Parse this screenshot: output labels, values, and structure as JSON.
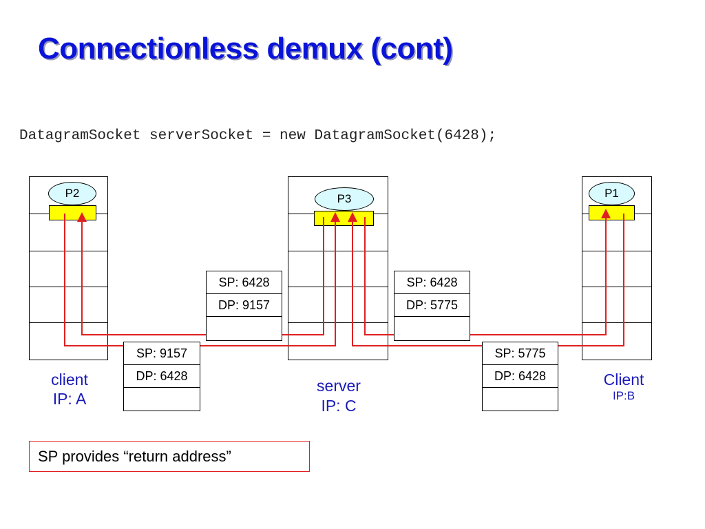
{
  "title": "Connectionless demux (cont)",
  "code": "DatagramSocket serverSocket = new DatagramSocket(6428);",
  "colors": {
    "title": "#0a14d8",
    "wire": "#e02020",
    "socket": "#ffff00",
    "process": "#d9fbff",
    "host_label": "#1a1ab8",
    "note_border": "#e02020"
  },
  "processes": {
    "p2": "P2",
    "p3": "P3",
    "p1": "P1"
  },
  "segments": {
    "server_to_a": {
      "sp": "SP: 6428",
      "dp": "DP: 9157"
    },
    "server_to_b": {
      "sp": "SP: 6428",
      "dp": "DP: 5775"
    },
    "a_to_server": {
      "sp": "SP: 9157",
      "dp": "DP: 6428"
    },
    "b_to_server": {
      "sp": "SP: 5775",
      "dp": "DP: 6428"
    }
  },
  "hosts": {
    "client_a": {
      "line1": "client",
      "line2": "IP: A"
    },
    "server": {
      "line1": "server",
      "line2": "IP: C"
    },
    "client_b": {
      "line1": "Client",
      "line2": "IP:B"
    }
  },
  "note": "SP provides “return address”"
}
